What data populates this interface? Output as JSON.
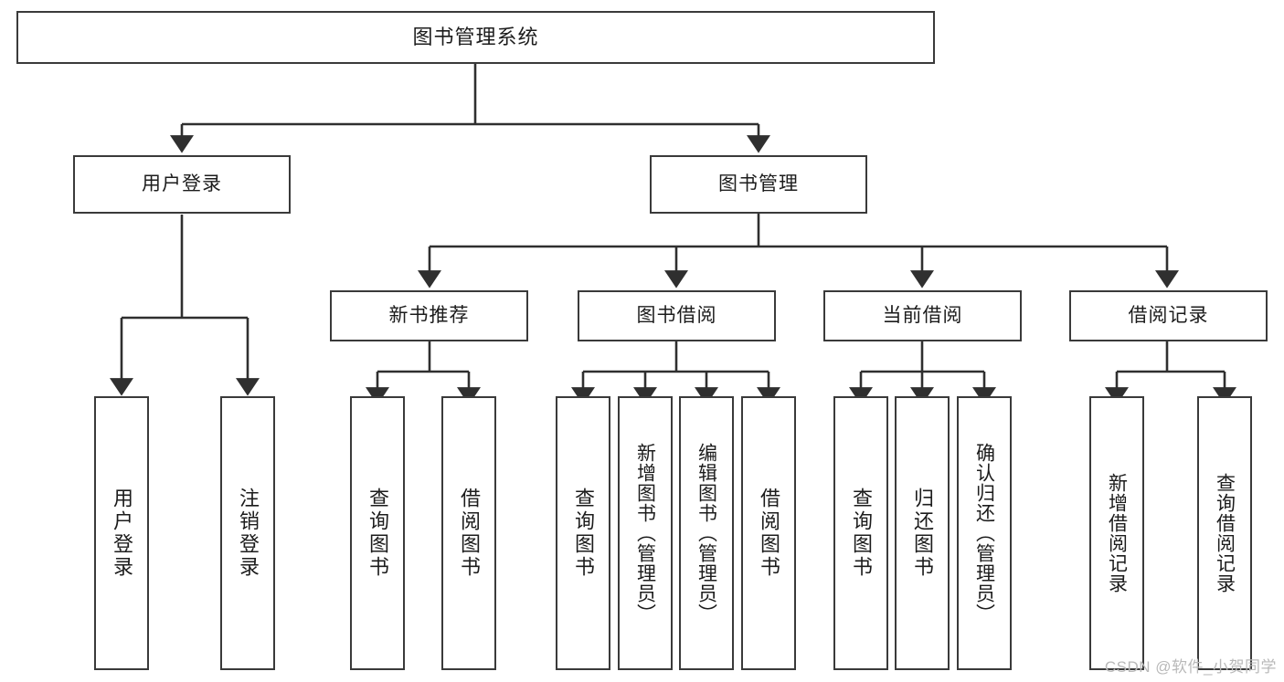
{
  "diagram": {
    "type": "tree",
    "title": "图书管理系统",
    "watermark": "CSDN @软件_小贺同学",
    "colors": {
      "background": "#ffffff",
      "node_fill": "#ffffff",
      "node_border": "#3a3a3a",
      "edge": "#2f2f2f",
      "text": "#1c1c1c",
      "watermark": "#b9b9b9"
    },
    "nodes": {
      "root": "图书管理系统",
      "level1": [
        {
          "id": "user-login",
          "label": "用户登录"
        },
        {
          "id": "book-manage",
          "label": "图书管理"
        }
      ],
      "level2": [
        {
          "id": "new-book-recommend",
          "label": "新书推荐",
          "parent": "book-manage"
        },
        {
          "id": "book-borrow",
          "label": "图书借阅",
          "parent": "book-manage"
        },
        {
          "id": "current-borrow",
          "label": "当前借阅",
          "parent": "book-manage"
        },
        {
          "id": "borrow-record",
          "label": "借阅记录",
          "parent": "book-manage"
        }
      ],
      "leaves": [
        {
          "id": "leaf-user-login",
          "label": "用户登录",
          "parent": "user-login"
        },
        {
          "id": "leaf-logout",
          "label": "注销登录",
          "parent": "user-login"
        },
        {
          "id": "leaf-query-book-1",
          "label": "查询图书",
          "parent": "new-book-recommend"
        },
        {
          "id": "leaf-borrow-book-1",
          "label": "借阅图书",
          "parent": "new-book-recommend"
        },
        {
          "id": "leaf-query-book-2",
          "label": "查询图书",
          "parent": "book-borrow"
        },
        {
          "id": "leaf-add-book",
          "label": "新增图书（管理员）",
          "parent": "book-borrow"
        },
        {
          "id": "leaf-edit-book",
          "label": "编辑图书（管理员）",
          "parent": "book-borrow"
        },
        {
          "id": "leaf-borrow-book-2",
          "label": "借阅图书",
          "parent": "book-borrow"
        },
        {
          "id": "leaf-query-book-3",
          "label": "查询图书",
          "parent": "current-borrow"
        },
        {
          "id": "leaf-return-book",
          "label": "归还图书",
          "parent": "current-borrow"
        },
        {
          "id": "leaf-confirm-return",
          "label": "确认归还（管理员）",
          "parent": "current-borrow"
        },
        {
          "id": "leaf-add-record",
          "label": "新增借阅记录",
          "parent": "borrow-record"
        },
        {
          "id": "leaf-query-record",
          "label": "查询借阅记录",
          "parent": "borrow-record"
        }
      ]
    }
  }
}
